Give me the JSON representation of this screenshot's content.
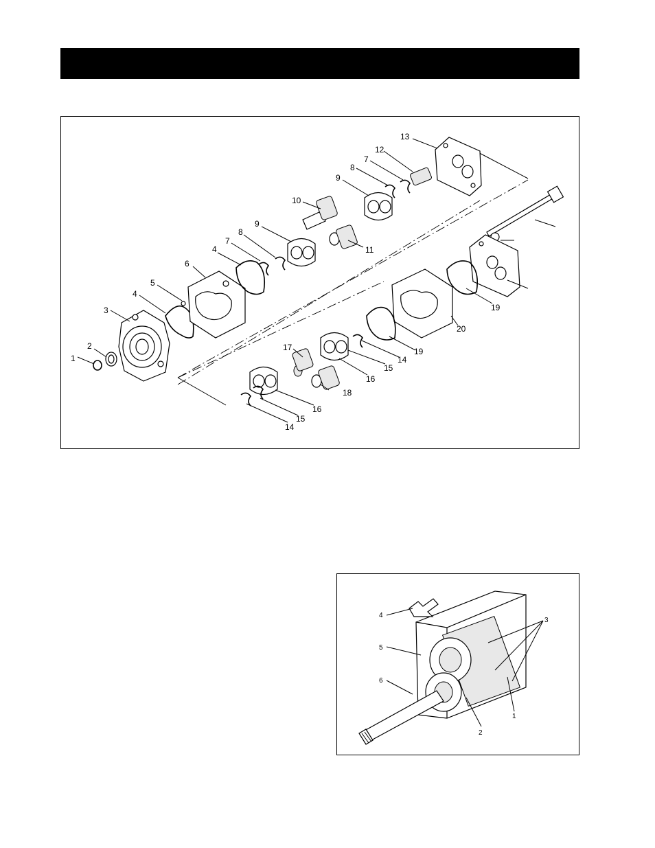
{
  "header": {
    "title": ""
  },
  "exploded_view": {
    "callouts": [
      {
        "id": "c1",
        "label": "1"
      },
      {
        "id": "c2",
        "label": "2"
      },
      {
        "id": "c3",
        "label": "3"
      },
      {
        "id": "c4a",
        "label": "4"
      },
      {
        "id": "c5",
        "label": "5"
      },
      {
        "id": "c6",
        "label": "6"
      },
      {
        "id": "c4b",
        "label": "4"
      },
      {
        "id": "c7a",
        "label": "7"
      },
      {
        "id": "c8a",
        "label": "8"
      },
      {
        "id": "c9a",
        "label": "9"
      },
      {
        "id": "c10",
        "label": "10"
      },
      {
        "id": "c11",
        "label": "11"
      },
      {
        "id": "c9b",
        "label": "9"
      },
      {
        "id": "c8b",
        "label": "8"
      },
      {
        "id": "c7b",
        "label": "7"
      },
      {
        "id": "c12",
        "label": "12"
      },
      {
        "id": "c13",
        "label": "13"
      },
      {
        "id": "c19a",
        "label": "19"
      },
      {
        "id": "c20",
        "label": "20"
      },
      {
        "id": "c19b",
        "label": "19"
      },
      {
        "id": "c14a",
        "label": "14"
      },
      {
        "id": "c15a",
        "label": "15"
      },
      {
        "id": "c16a",
        "label": "16"
      },
      {
        "id": "c17",
        "label": "17"
      },
      {
        "id": "c18",
        "label": "18"
      },
      {
        "id": "c16b",
        "label": "16"
      },
      {
        "id": "c15b",
        "label": "15"
      },
      {
        "id": "c14b",
        "label": "14"
      }
    ]
  },
  "cutaway_view": {
    "callouts": [
      {
        "id": "d4",
        "label": "4"
      },
      {
        "id": "d5",
        "label": "5"
      },
      {
        "id": "d6",
        "label": "6"
      },
      {
        "id": "d3",
        "label": "3"
      },
      {
        "id": "d1",
        "label": "1"
      },
      {
        "id": "d2",
        "label": "2"
      }
    ]
  }
}
